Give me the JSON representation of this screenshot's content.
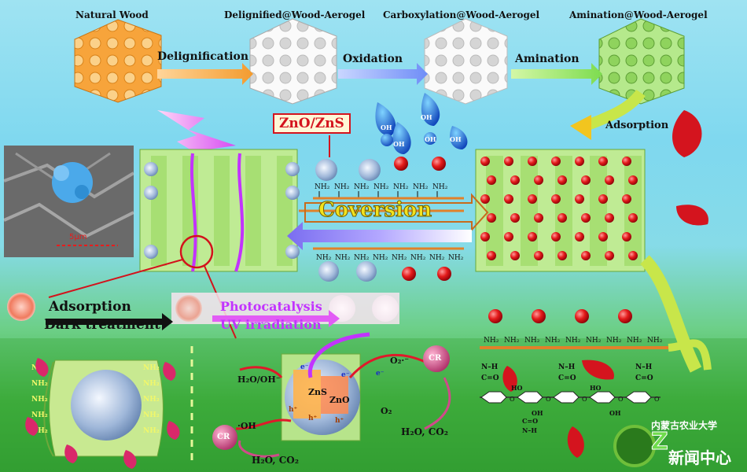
{
  "stages": {
    "natural": "Natural Wood",
    "delignified": "Delignified@Wood-Aerogel",
    "carboxylation": "Carboxylation@Wood-Aerogel",
    "amination": "Amination@Wood-Aerogel"
  },
  "process_steps": {
    "delignification": "Delignification",
    "oxidation": "Oxidation",
    "amination": "Amination",
    "adsorption": "Adsorption"
  },
  "center": {
    "material": "ZnO/ZnS",
    "conversion": "Coversion",
    "nh2": "NH₂",
    "oh": "OH",
    "scale": "5μm"
  },
  "treatment": {
    "adsorption": "Adsorption",
    "dark": "Dark treatment",
    "photocatalysis": "Photocatalysis",
    "uv": "UV irradiation"
  },
  "mechanism": {
    "h2o_oh": "H₂O/OH⁻",
    "oh_rad": "·OH",
    "cr": "CR",
    "products": "H₂O, CO₂",
    "o2_rad": "O₂·⁻",
    "o2": "O₂",
    "zns": "ZnS",
    "zno": "ZnO",
    "e": "e⁻",
    "h": "h⁺"
  },
  "chem": {
    "nh": "N–H",
    "co": "C=O",
    "ho": "HO",
    "oh": "OH",
    "o": "O"
  },
  "watermark": {
    "cn": "内蒙古农业大学",
    "logo": "Z",
    "sub": "新闻中心"
  },
  "colors": {
    "arrow_orange": "#f5a43a",
    "arrow_blue": "#6f8df7",
    "dye_red": "#d4141e",
    "wood_green": "#b7ea8a",
    "purple": "#c233ff"
  }
}
